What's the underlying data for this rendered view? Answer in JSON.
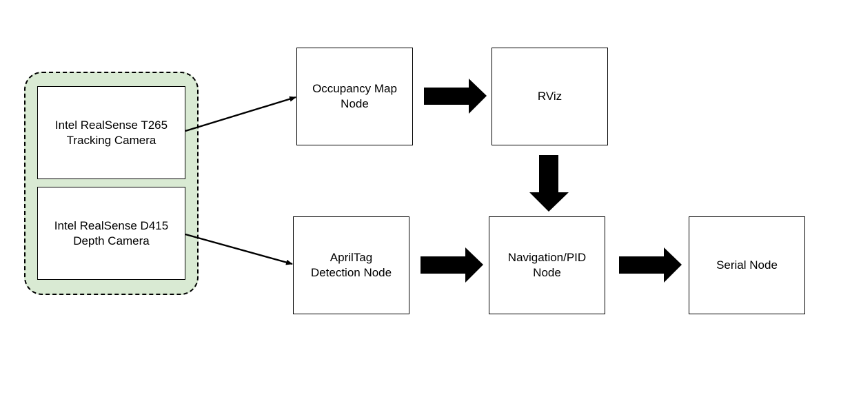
{
  "colors": {
    "group_fill": "#d9ead3",
    "stroke": "#000000",
    "node_fill": "#ffffff"
  },
  "nodes": {
    "t265": "Intel RealSense T265\nTracking Camera",
    "d415": "Intel RealSense D415\nDepth Camera",
    "occupancy": "Occupancy Map\nNode",
    "rviz": "RViz",
    "apriltag": "AprilTag\nDetection Node",
    "navigation": "Navigation/PID\nNode",
    "serial": "Serial Node"
  }
}
